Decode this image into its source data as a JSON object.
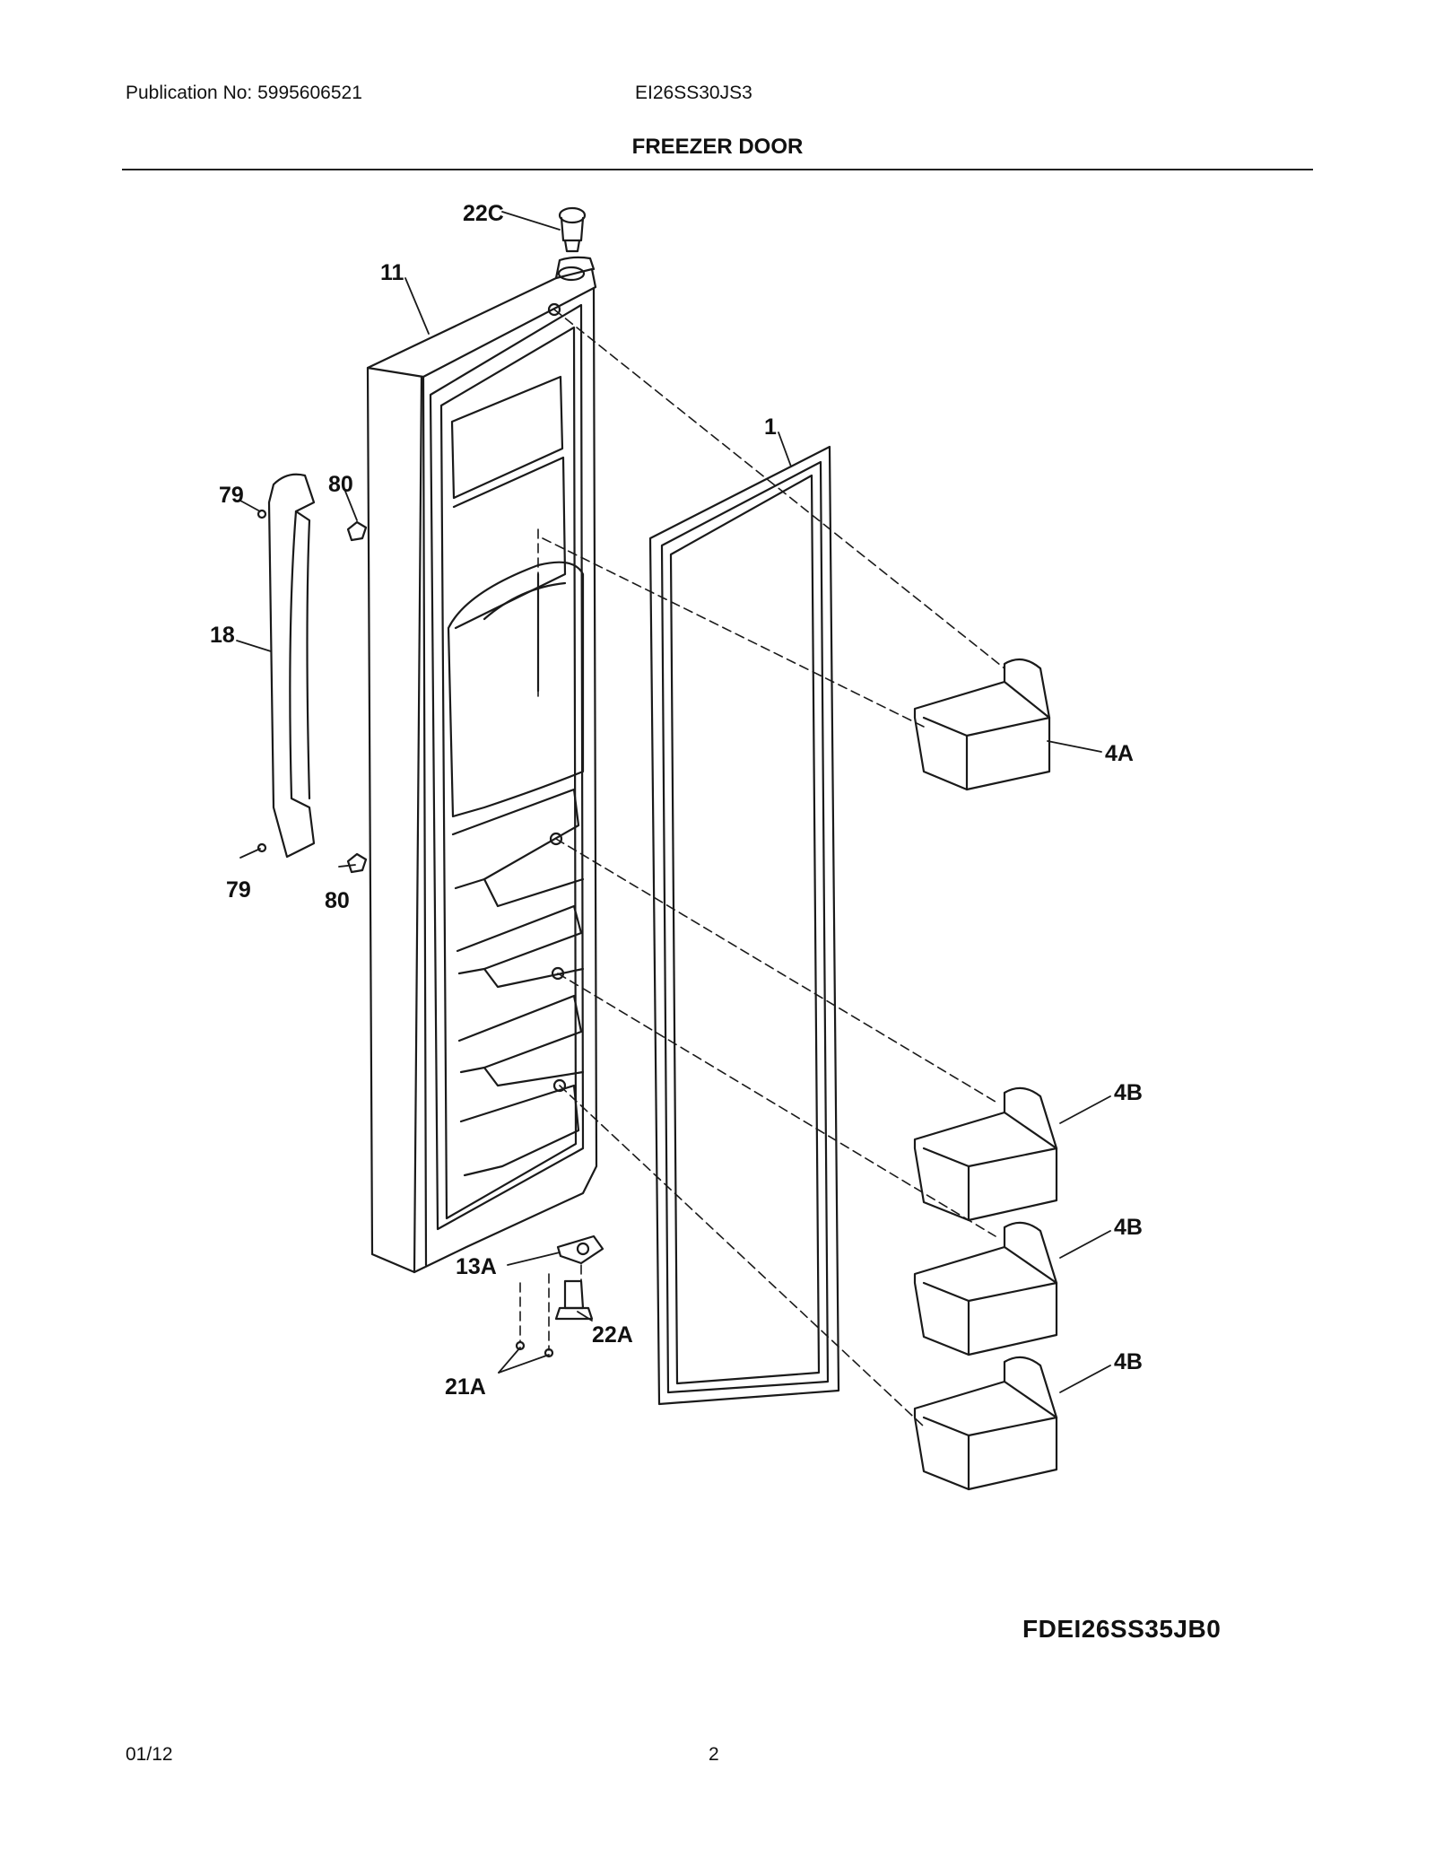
{
  "header": {
    "publication": "Publication No: 5995606521",
    "model": "EI26SS30JS3",
    "title": "FREEZER DOOR"
  },
  "callouts": {
    "c22C": "22C",
    "c11": "11",
    "c1": "1",
    "c79a": "79",
    "c80a": "80",
    "c18": "18",
    "c4A": "4A",
    "c79b": "79",
    "c80b": "80",
    "c4B1": "4B",
    "c4B2": "4B",
    "c4B3": "4B",
    "c13A": "13A",
    "c22A": "22A",
    "c21A": "21A"
  },
  "diagram_id": "FDEI26SS35JB0",
  "footer": {
    "date": "01/12",
    "page": "2"
  }
}
